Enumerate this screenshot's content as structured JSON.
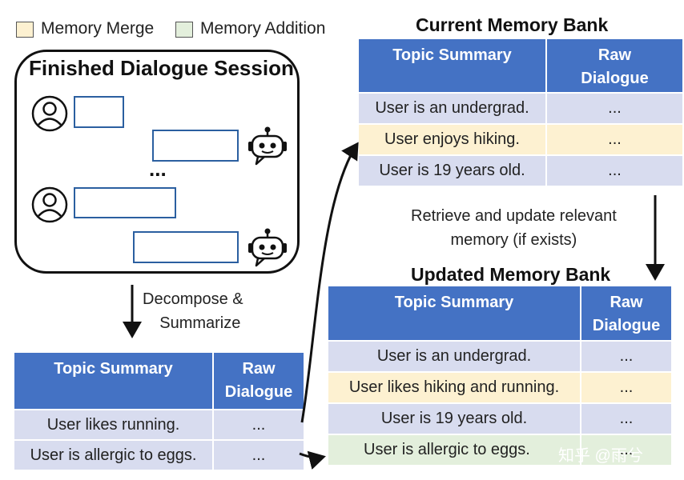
{
  "legend": {
    "items": [
      {
        "label": "Memory Merge",
        "color": "#fdf1d1"
      },
      {
        "label": "Memory Addition",
        "color": "#e3efdc"
      }
    ]
  },
  "session": {
    "title": "Finished Dialogue Session",
    "ellipsis": "..."
  },
  "current_bank": {
    "title": "Current Memory Bank",
    "headers": [
      "Topic Summary",
      "Raw Dialogue"
    ],
    "rows": [
      {
        "summary": "User is an undergrad.",
        "raw": "..."
      },
      {
        "summary": "User enjoys hiking.",
        "raw": "..."
      },
      {
        "summary": "User is 19 years old.",
        "raw": "..."
      }
    ]
  },
  "retrieve_note": {
    "line1": "Retrieve and update relevant",
    "line2": "memory (if exists)"
  },
  "updated_bank": {
    "title": "Updated Memory Bank",
    "headers": [
      "Topic Summary",
      "Raw Dialogue"
    ],
    "rows": [
      {
        "summary": "User is an undergrad.",
        "raw": "..."
      },
      {
        "summary": "User likes hiking and running.",
        "raw": "..."
      },
      {
        "summary": "User is 19 years old.",
        "raw": "..."
      },
      {
        "summary": "User is allergic to eggs.",
        "raw": "..."
      }
    ]
  },
  "decompose_note": {
    "line1": "Decompose &",
    "line2": "Summarize"
  },
  "new_memory": {
    "headers": [
      "Topic Summary",
      "Raw Dialogue"
    ],
    "rows": [
      {
        "summary": "User likes running.",
        "raw": "..."
      },
      {
        "summary": "User is allergic to eggs.",
        "raw": "..."
      }
    ]
  },
  "watermark": "知乎 @雨兮"
}
